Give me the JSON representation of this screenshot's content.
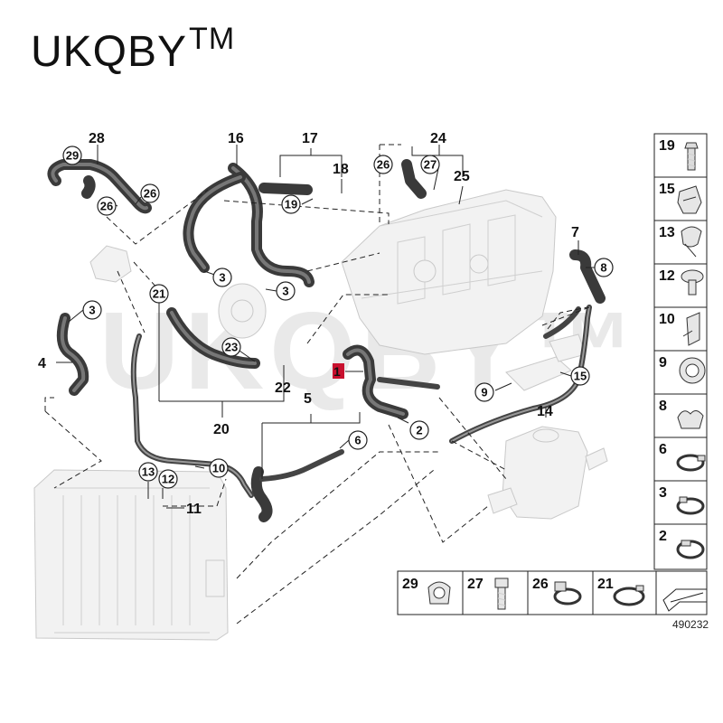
{
  "brand": {
    "name": "UKQBY",
    "mark": "TM"
  },
  "watermark": "UKQBY™",
  "callouts": {
    "c1": "1",
    "c2": "2",
    "c3a": "3",
    "c3b": "3",
    "c3c": "3",
    "c4": "4",
    "c5": "5",
    "c6": "6",
    "c7": "7",
    "c8": "8",
    "c9": "9",
    "c10": "10",
    "c11": "11",
    "c12": "12",
    "c13": "13",
    "c14": "14",
    "c15": "15",
    "c16": "16",
    "c17": "17",
    "c18": "18",
    "c19": "19",
    "c20": "20",
    "c21": "21",
    "c22": "22",
    "c23": "23",
    "c24": "24",
    "c25": "25",
    "c26a": "26",
    "c26b": "26",
    "c26c": "26",
    "c27": "27",
    "c28": "28",
    "c29": "29"
  },
  "legend_right": [
    "19",
    "15",
    "13",
    "12",
    "10",
    "9",
    "8",
    "6",
    "3",
    "2"
  ],
  "legend_bottom": [
    "29",
    "27",
    "26",
    "21"
  ],
  "catalog_number": "490232",
  "colors": {
    "highlight": "#c8102e",
    "hose": "#3a3a3a",
    "ghost": "#f2f2f2"
  }
}
